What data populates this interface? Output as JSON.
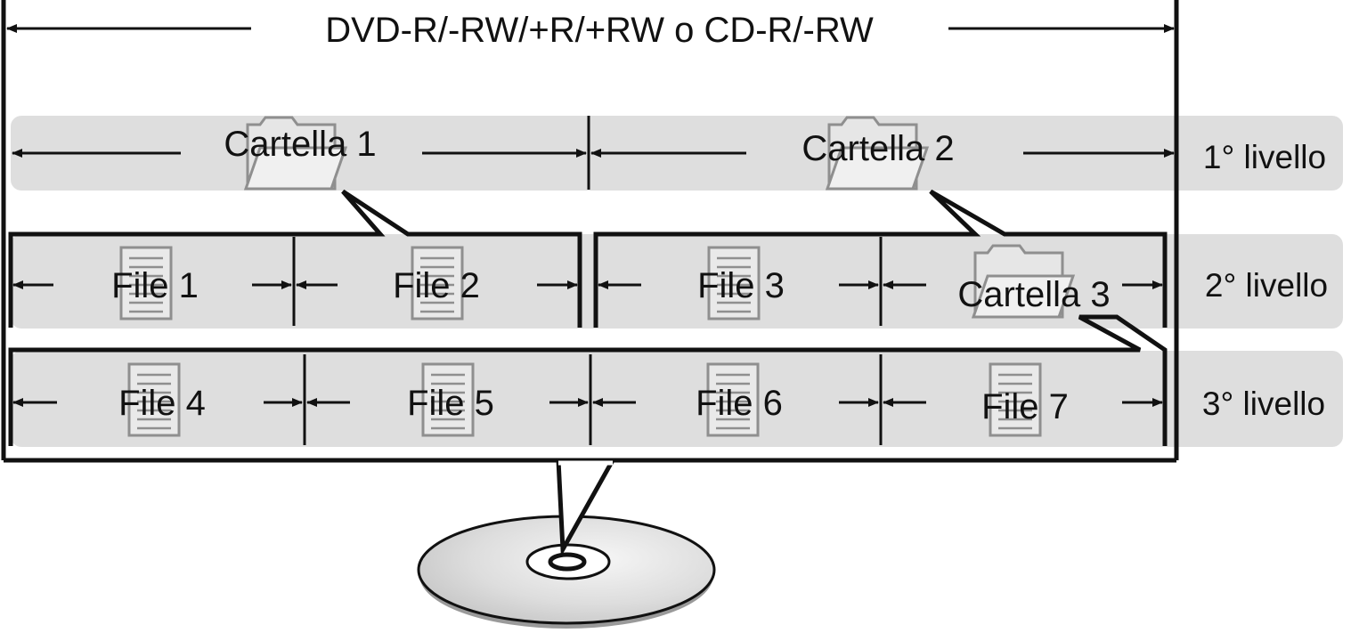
{
  "title": "DVD-R/-RW/+R/+RW o CD-R/-RW",
  "levels": {
    "level1": "1° livello",
    "level2": "2° livello",
    "level3": "3° livello"
  },
  "level1_items": [
    {
      "label": "Cartella 1",
      "icon": "folder-icon"
    },
    {
      "label": "Cartella 2",
      "icon": "folder-icon"
    }
  ],
  "level2_items": [
    {
      "label": "File 1",
      "icon": "file-icon"
    },
    {
      "label": "File 2",
      "icon": "file-icon"
    },
    {
      "label": "File 3",
      "icon": "file-icon"
    },
    {
      "label": "Cartella 3",
      "icon": "folder-icon"
    }
  ],
  "level3_items": [
    {
      "label": "File 4",
      "icon": "file-icon"
    },
    {
      "label": "File 5",
      "icon": "file-icon"
    },
    {
      "label": "File 6",
      "icon": "file-icon"
    },
    {
      "label": "File 7",
      "icon": "file-icon"
    }
  ],
  "colors": {
    "band": "#dedede",
    "line": "#111111",
    "icon_stroke": "#8f8f8f",
    "icon_fill": "#e8e8e8"
  }
}
